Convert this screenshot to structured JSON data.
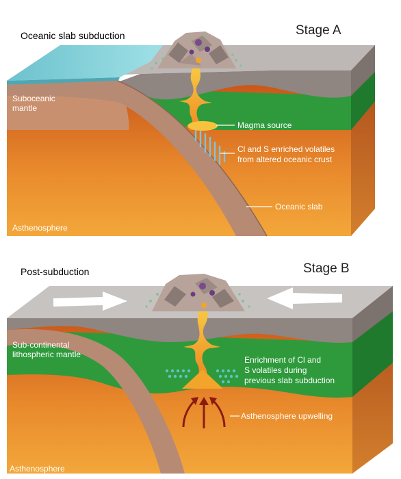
{
  "stage_a": {
    "title": "Oceanic slab subduction",
    "stage_label": "Stage A",
    "labels": {
      "mantle": [
        "Suboceanic",
        "mantle"
      ],
      "magma_source": "Magma source",
      "volatiles": [
        "Cl and S enriched volatiles",
        "from altered oceanic crust"
      ],
      "oceanic_slab": "Oceanic slab",
      "asthenosphere": "Asthenosphere"
    }
  },
  "stage_b": {
    "title": "Post-subduction",
    "stage_label": "Stage B",
    "labels": {
      "mantle": [
        "Sub-continental",
        "lithospheric mantle"
      ],
      "enrichment": [
        "Enrichment of Cl and",
        "S volatiles during",
        "previous slab subduction"
      ],
      "upwelling": "Asthenosphere upwelling",
      "asthenosphere": "Asthenosphere"
    }
  },
  "colors": {
    "sea": "#7fd3dc",
    "crust_gray": "#8f8581",
    "lithosphere_green": "#2e9a3c",
    "slab_tan": "#b78a74",
    "asthenosphere_top": "#d2641c",
    "asthenosphere_bottom": "#f1a33b",
    "magma": "#f3a52b"
  }
}
